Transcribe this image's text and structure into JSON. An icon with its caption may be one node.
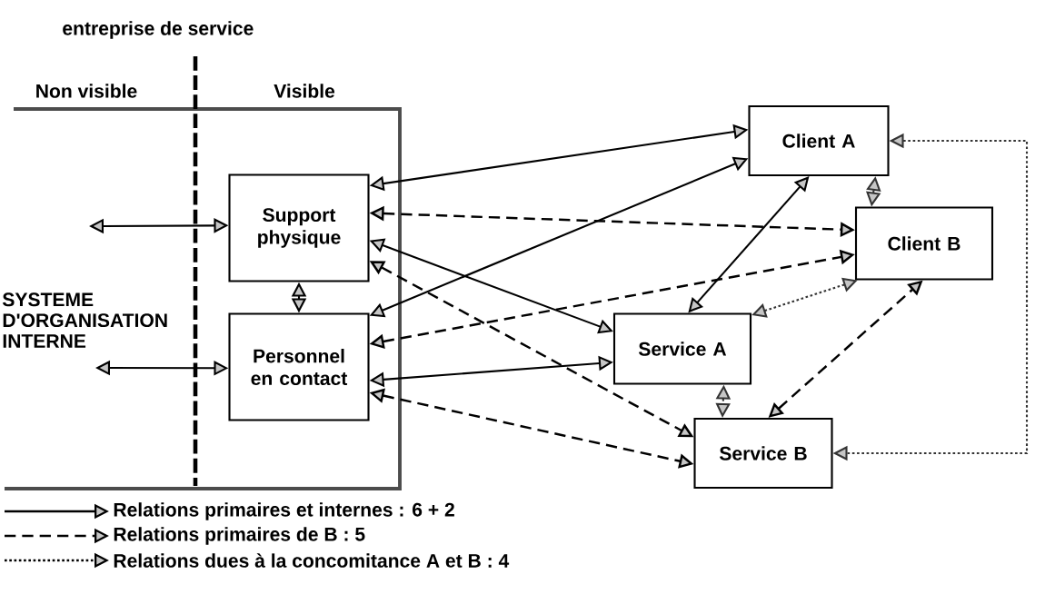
{
  "diagram": {
    "title": "entreprise de service",
    "nodes": [
      {
        "text": [
          "Support physique"
        ]
      },
      {
        "text": [
          "Personnel en contact"
        ]
      },
      {
        "text": [
          "Client A"
        ]
      },
      {
        "text": [
          "Client B"
        ]
      },
      {
        "text": [
          "Service A"
        ]
      },
      {
        "text": [
          "Service B"
        ]
      }
    ],
    "edges": [
      {
        "from": 2,
        "to": 0,
        "arrow": "both"
      },
      {
        "from": 2,
        "to": 1,
        "arrow": "both"
      },
      {
        "from": 2,
        "to": 4,
        "arrow": "both"
      },
      {
        "from": 0,
        "to": 4,
        "arrow": "both"
      },
      {
        "from": 1,
        "to": 4,
        "arrow": "both"
      },
      {
        "from": 0,
        "to": 1,
        "arrow": "both"
      },
      {
        "from": null,
        "to": 0,
        "arrow": "both"
      },
      {
        "from": null,
        "to": 1,
        "arrow": "both"
      },
      {
        "from": 0,
        "to": 3,
        "arrow": "both",
        "style": "dashed"
      },
      {
        "from": 1,
        "to": 3,
        "arrow": "both",
        "style": "dashed"
      },
      {
        "from": 0,
        "to": 5,
        "arrow": "both",
        "style": "dashed"
      },
      {
        "from": 1,
        "to": 5,
        "arrow": "both",
        "style": "dashed"
      },
      {
        "from": 5,
        "to": 3,
        "arrow": "both",
        "style": "dashed"
      },
      {
        "from": 2,
        "to": 3,
        "arrow": "both",
        "style": "dashed",
        "color": "#333333"
      },
      {
        "from": 4,
        "to": 5,
        "arrow": "both",
        "style": "dashed",
        "color": "#333333"
      },
      {
        "from": 3,
        "to": 4,
        "arrow": "both",
        "style": "dashed",
        "color": "#333333"
      },
      {
        "from": 2,
        "to": 5,
        "arrow": "both",
        "style": "dashed",
        "color": "#333333"
      }
    ],
    "labels": [
      "Non visible",
      "Visible",
      "SYSTEME D'ORGANISATION INTERNE"
    ],
    "legend": [
      {
        "text": "Relations primaires et internes : 6 + 2"
      },
      {
        "text": "Relations primaires de B : 5"
      },
      {
        "text": "Relations dues à la concomitance A et B : 4"
      }
    ]
  }
}
